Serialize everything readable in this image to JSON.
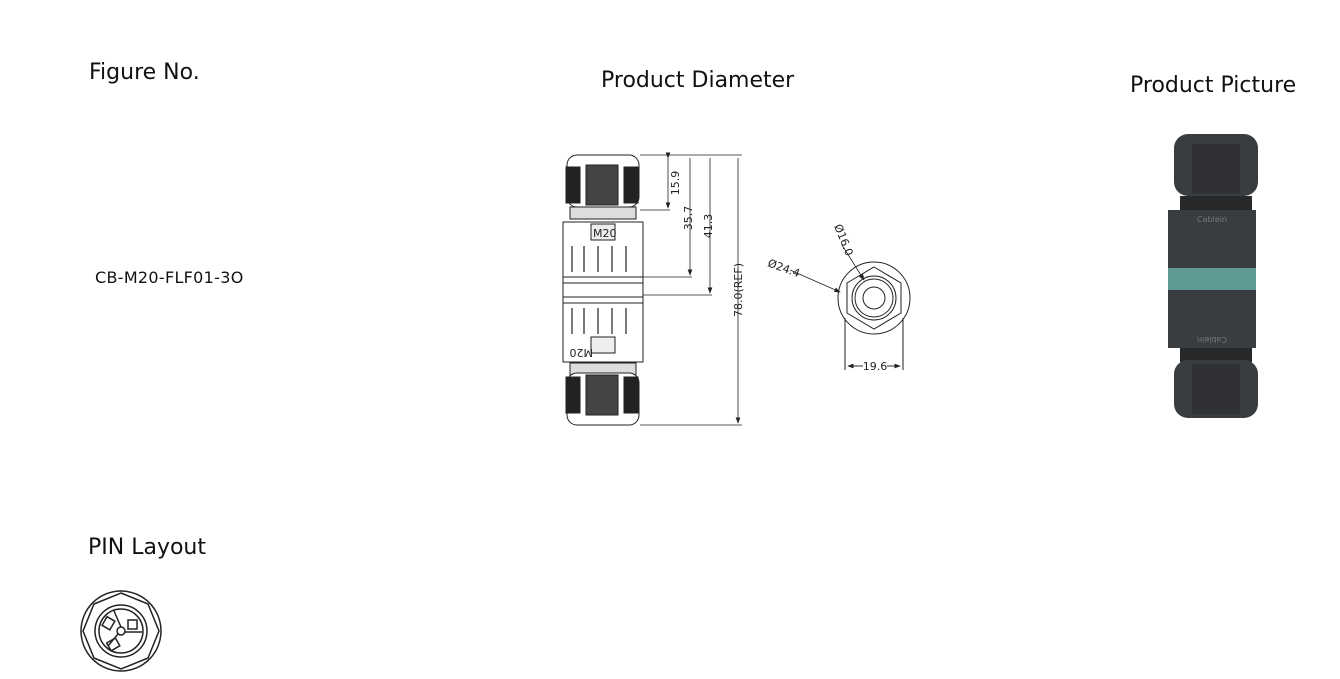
{
  "headers": {
    "figure_no": "Figure No.",
    "product_diameter": "Product Diameter",
    "product_picture": "Product Picture",
    "pin_layout": "PIN Layout"
  },
  "figure_number": "CB-M20-FLF01-3O",
  "drawing": {
    "thread_label": "M20",
    "dim_1": "15.9",
    "dim_2": "35.7",
    "dim_3": "41.3",
    "dim_total": "78.0(REF)",
    "dia_inner": "Ø16.0",
    "dia_outer": "Ø24.4",
    "width": "19.6"
  },
  "product_photo": {
    "logo": "Cablein",
    "body_color": "#3a3d40",
    "band_color": "#5f9a94"
  }
}
